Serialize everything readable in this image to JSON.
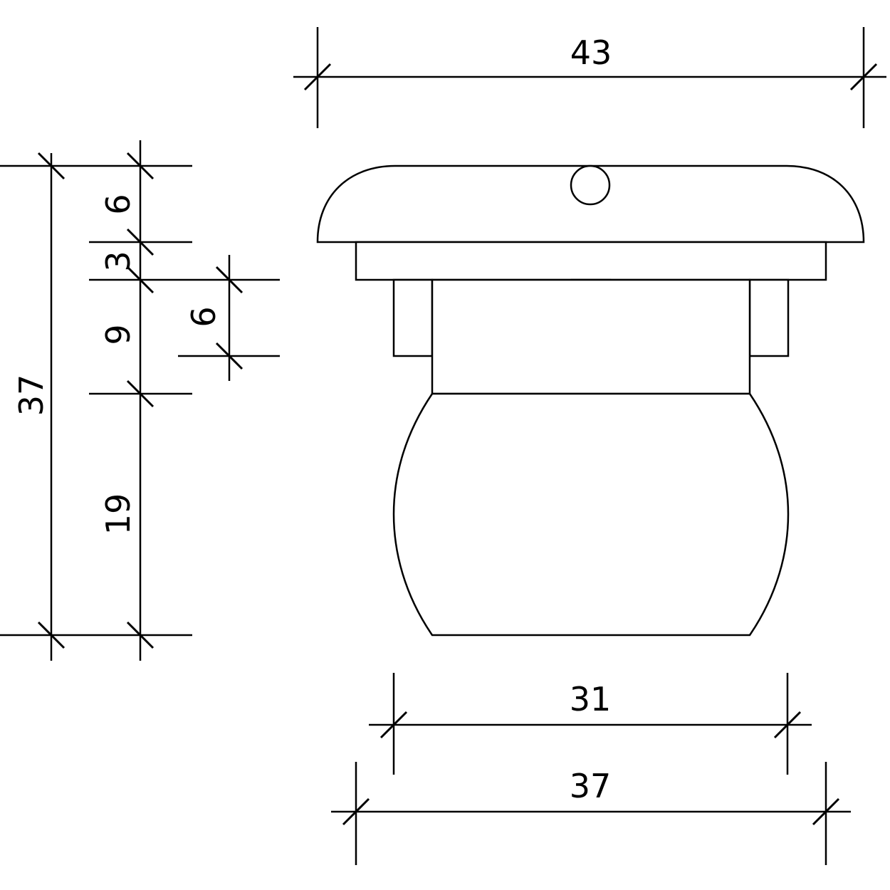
{
  "dimensions": {
    "top_width": "43",
    "bulb_width": "31",
    "base_width": "37",
    "total_height": "37",
    "cap_height": "6",
    "flange_height": "3",
    "neck_height": "9",
    "bulb_height": "19",
    "tab_height": "6"
  }
}
